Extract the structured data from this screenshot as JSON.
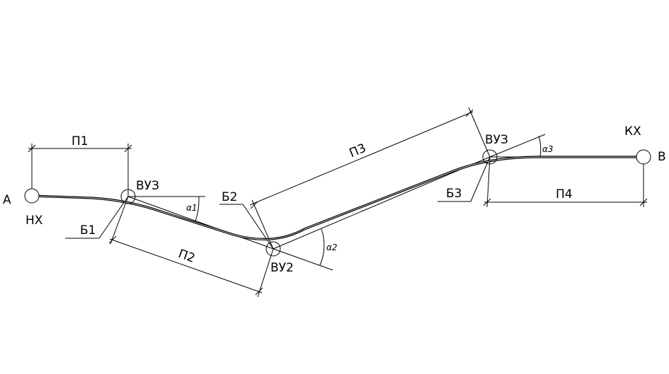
{
  "labels": {
    "point_start": "А",
    "point_end": "В",
    "start_mark": "НХ",
    "end_mark": "КХ",
    "vertex_1": "ВУЗ",
    "vertex_2": "ВУ2",
    "vertex_3": "ВУЗ",
    "tangent_1": "П1",
    "tangent_2": "П2",
    "tangent_3": "П3",
    "tangent_4": "П4",
    "bisector_1": "Б1",
    "bisector_2": "Б2",
    "bisector_3": "Б3",
    "angle_1": "α1",
    "angle_2": "α2",
    "angle_3": "α3"
  },
  "colors": {
    "stroke": "#000000",
    "background": "#ffffff"
  }
}
